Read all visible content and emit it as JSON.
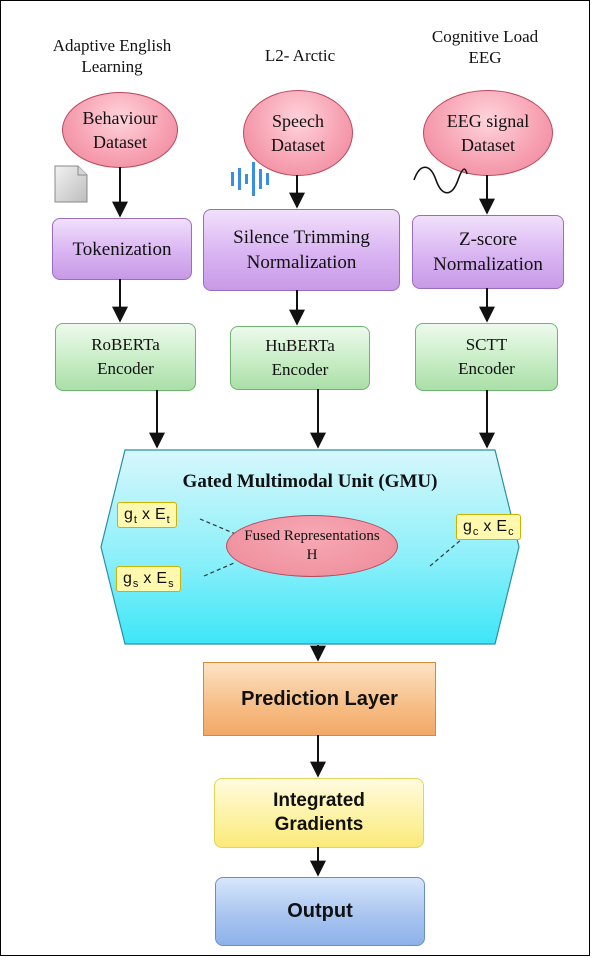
{
  "sources": [
    {
      "title_lines": [
        "Adaptive English",
        "Learning"
      ],
      "dataset_lines": [
        "Behaviour",
        "Dataset"
      ],
      "preprocess_lines": [
        "Tokenization"
      ],
      "encoder_lines": [
        "RoBERTa",
        "Encoder"
      ],
      "icon": "document-icon"
    },
    {
      "title_lines": [
        "L2- Arctic"
      ],
      "dataset_lines": [
        "Speech",
        "Dataset"
      ],
      "preprocess_lines": [
        "Silence Trimming",
        "Normalization"
      ],
      "encoder_lines": [
        "HuBERTa",
        "Encoder"
      ],
      "icon": "audio-waveform-icon"
    },
    {
      "title_lines": [
        "Cognitive Load",
        "EEG"
      ],
      "dataset_lines": [
        "EEG signal",
        "Dataset"
      ],
      "preprocess_lines": [
        "Z-score",
        "Normalization"
      ],
      "encoder_lines": [
        "SCTT",
        "Encoder"
      ],
      "icon": "sine-wave-icon"
    }
  ],
  "gmu": {
    "title": "Gated Multimodal Unit (GMU)",
    "fused_line1": "Fused Representations",
    "fused_line2": "H",
    "gate_t": {
      "g": "g",
      "g_sub": "t",
      "op": "x",
      "e": "E",
      "e_sub": "t"
    },
    "gate_s": {
      "g": "g",
      "g_sub": "s",
      "op": "x",
      "e": "E",
      "e_sub": "s"
    },
    "gate_c": {
      "g": "g",
      "g_sub": "c",
      "op": "x",
      "e": "E",
      "e_sub": "c"
    }
  },
  "prediction": "Prediction Layer",
  "integrated_line1": "Integrated",
  "integrated_line2": "Gradients",
  "output": "Output",
  "colors": {
    "dataset": "#f7a3b3",
    "preprocess": "#d9b4f2",
    "encoder": "#c8edc6",
    "gmu": "#5eeaf7",
    "gate": "#fff9b0",
    "prediction": "#f7c08a",
    "integrated": "#fdf3a6",
    "output": "#a9c5f0"
  }
}
